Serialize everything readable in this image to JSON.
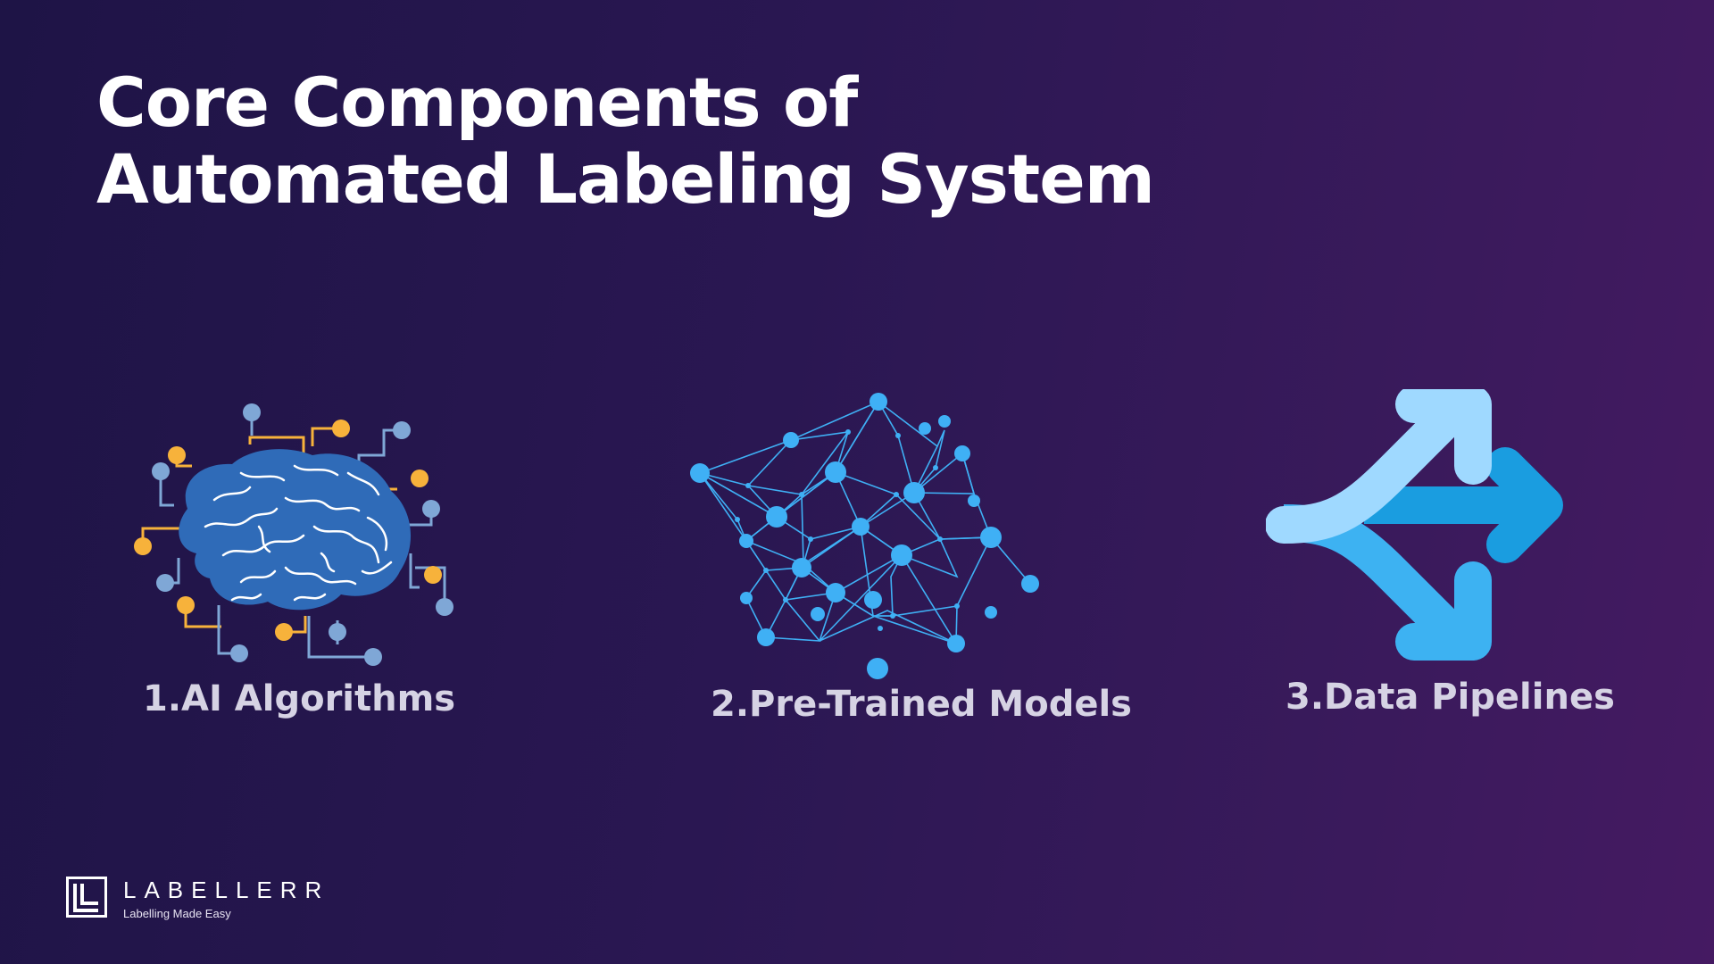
{
  "slide": {
    "title_line1": "Core Components of",
    "title_line2": "Automated Labeling System"
  },
  "components": [
    {
      "label": "1.AI Algorithms",
      "icon": "brain-circuit-icon"
    },
    {
      "label": "2.Pre-Trained Models",
      "icon": "neural-network-icon"
    },
    {
      "label": "3.Data Pipelines",
      "icon": "split-arrows-icon"
    }
  ],
  "brand": {
    "name": "LABELLERR",
    "tagline": "Labelling Made Easy"
  },
  "colors": {
    "title": "#ffffff",
    "label": "#d6d3e4",
    "brain": "#2f6bb8",
    "circuit_orange": "#f7b23b",
    "circuit_blue": "#7fa7d6",
    "network": "#3fb0f5",
    "arrow_light": "#9fd9ff",
    "arrow_mid": "#3db2f2",
    "arrow_dark": "#1a9de0"
  }
}
